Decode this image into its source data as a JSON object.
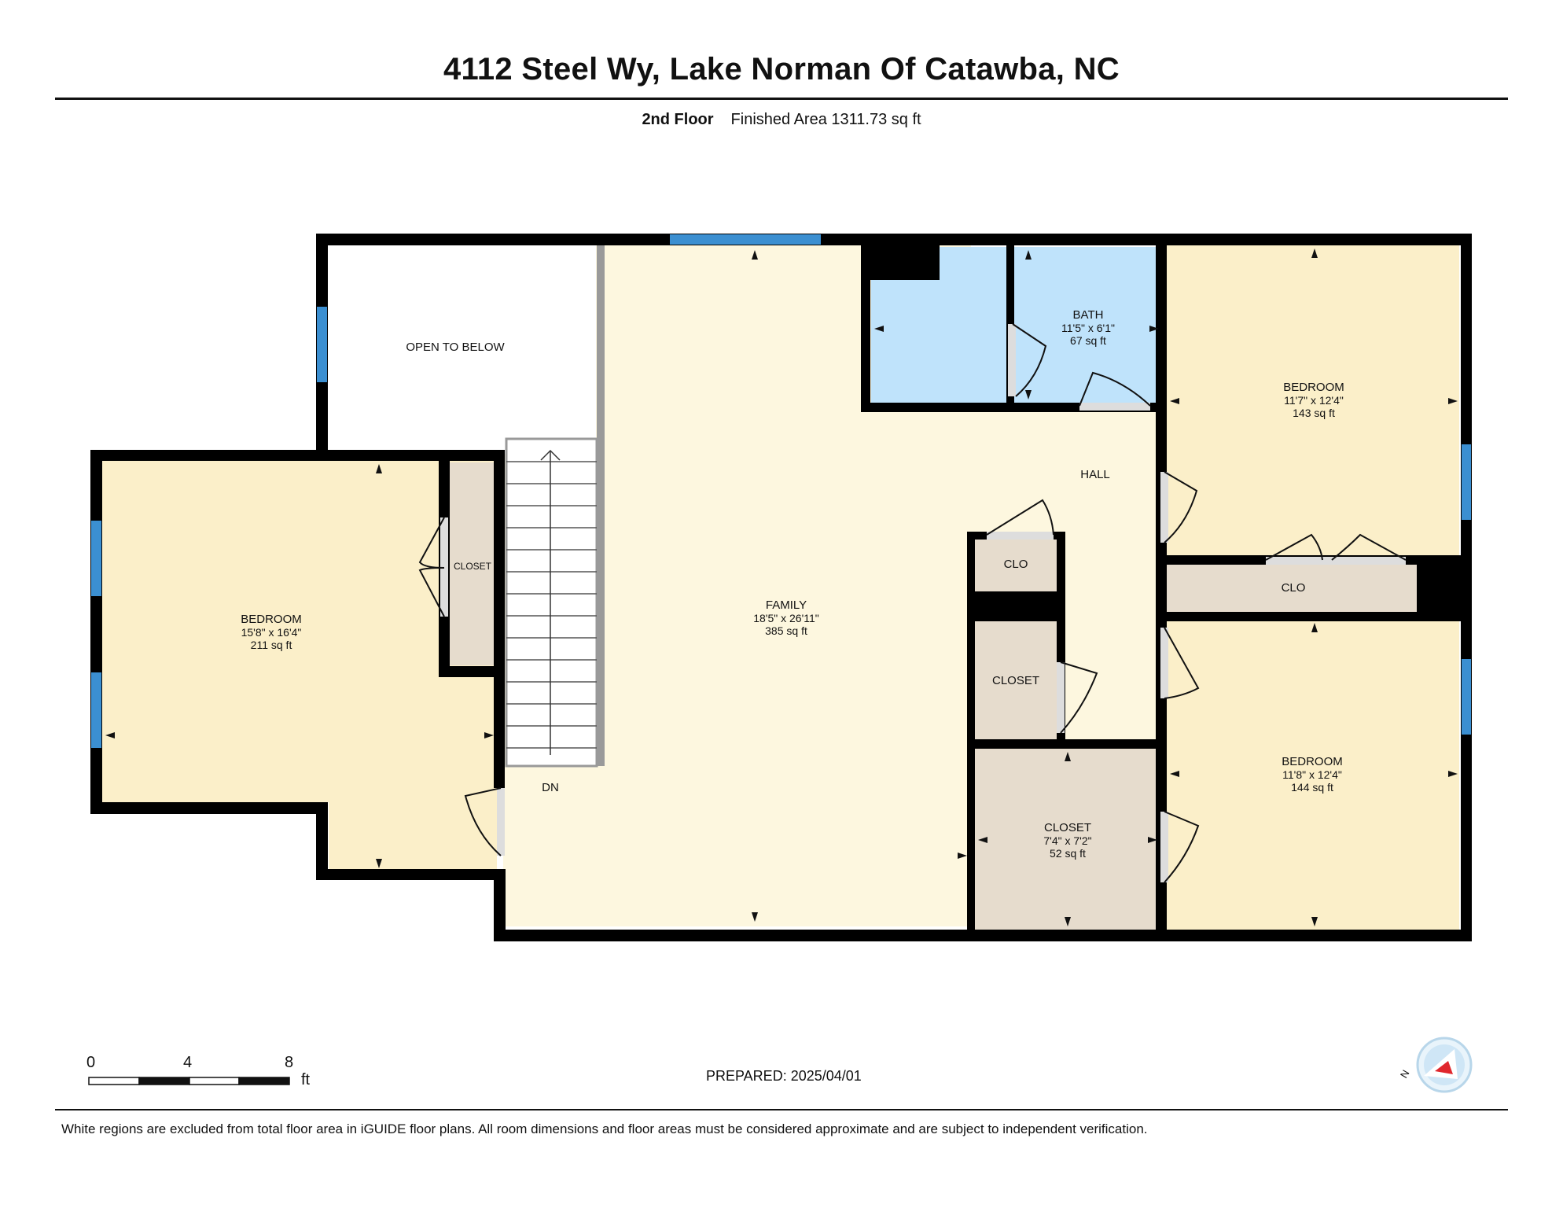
{
  "header": {
    "address": "4112 Steel Wy, Lake Norman Of Catawba, NC",
    "floor": "2nd Floor",
    "finished_area": "Finished Area 1311.73 sq ft"
  },
  "rooms": {
    "open_to_below": {
      "name": "OPEN TO BELOW"
    },
    "family": {
      "name": "FAMILY",
      "dims": "18'5\" x 26'11\"",
      "area": "385 sq ft"
    },
    "bath": {
      "name": "BATH",
      "dims": "11'5\" x 6'1\"",
      "area": "67 sq ft"
    },
    "bedroom_ne": {
      "name": "BEDROOM",
      "dims": "11'7\" x 12'4\"",
      "area": "143 sq ft"
    },
    "hall": {
      "name": "HALL"
    },
    "clo_small": {
      "name": "CLO"
    },
    "clo_long": {
      "name": "CLO"
    },
    "closet_west": {
      "name": "CLOSET"
    },
    "closet_mid": {
      "name": "CLOSET"
    },
    "bedroom_west": {
      "name": "BEDROOM",
      "dims": "15'8\" x 16'4\"",
      "area": "211 sq ft"
    },
    "closet_south": {
      "name": "CLOSET",
      "dims": "7'4\" x 7'2\"",
      "area": "52 sq ft"
    },
    "bedroom_se": {
      "name": "BEDROOM",
      "dims": "11'8\" x 12'4\"",
      "area": "144 sq ft"
    },
    "stairs": {
      "name": "DN"
    }
  },
  "scale_bar": {
    "ticks": [
      "0",
      "4",
      "8"
    ],
    "unit": "ft"
  },
  "compass": {
    "label": "N",
    "icon": "compass-icon"
  },
  "footer": {
    "prepared": "PREPARED: 2025/04/01",
    "disclaimer": "White regions are excluded from total floor area in iGUIDE floor plans. All room dimensions and floor areas must be considered approximate and are subject to independent verification."
  },
  "colors": {
    "bedroom": "#fbefc9",
    "family": "#fdf7df",
    "bath": "#bfe3fb",
    "closet": "#e6dccd",
    "wall": "#000000",
    "window": "#3b8fd1"
  }
}
